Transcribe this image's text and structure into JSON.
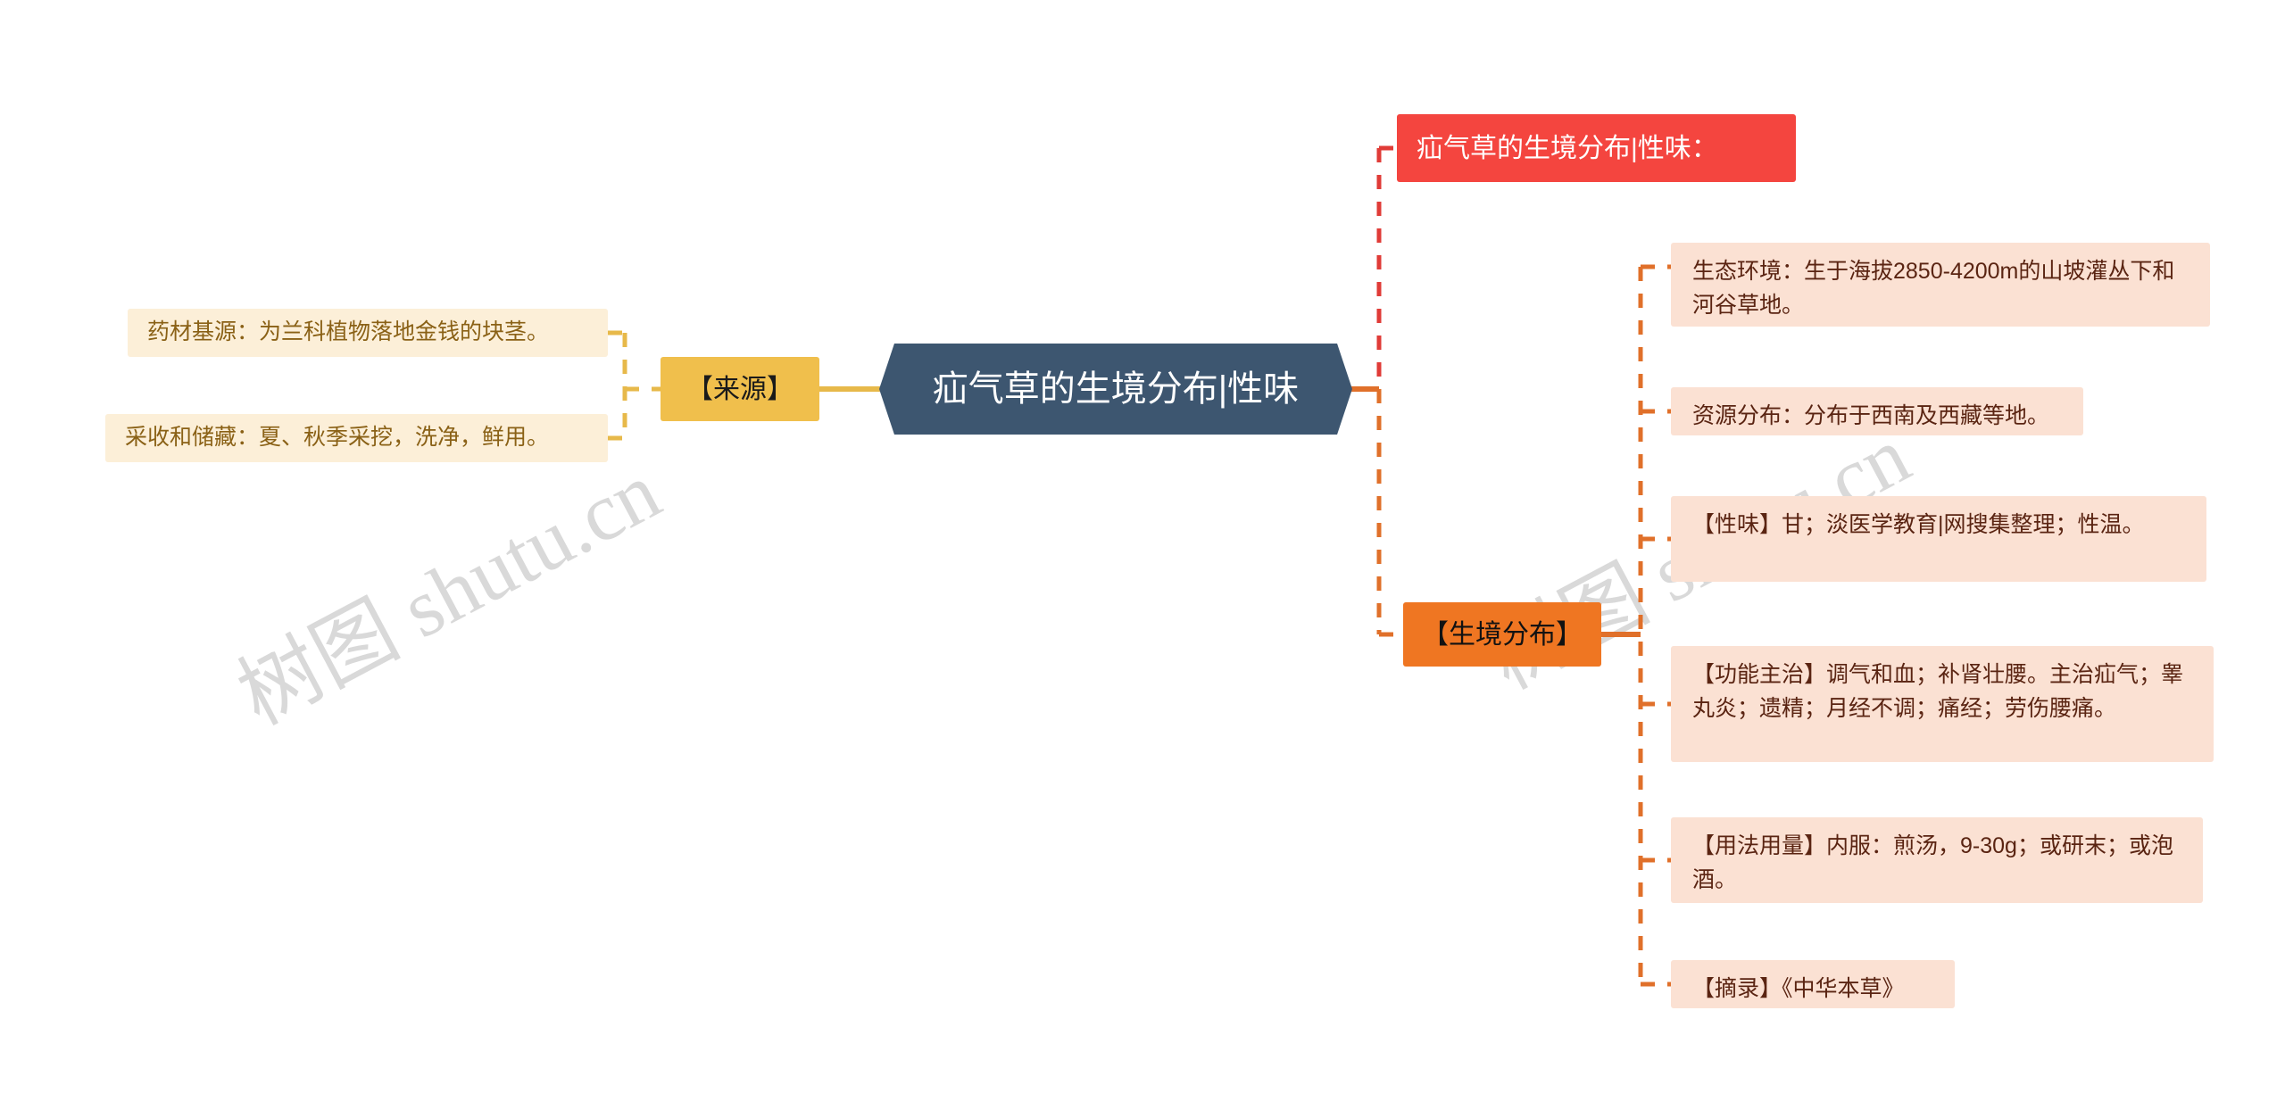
{
  "title": "疝气草的生境分布|性味",
  "colors": {
    "root_bg": "#3d5670",
    "root_text": "#ffffff",
    "source_bg": "#f0bf4c",
    "red_bg": "#f4453f",
    "orange_bg": "#ef7622",
    "cream_bg": "#fcefd8",
    "cream_text": "#8a6116",
    "peach_bg": "#fbe1d3",
    "peach_text": "#5a2412",
    "link_amber": "#e7b94a",
    "link_red": "#e03b37",
    "link_orange": "#e0702a",
    "watermark": "#d9d9d9",
    "background": "#ffffff"
  },
  "watermarks": {
    "left": "树图 shutu.cn",
    "right": "树图 shutu.cn"
  },
  "root": {
    "label": "疝气草的生境分布|性味"
  },
  "branches": {
    "source": {
      "label": "【来源】",
      "children": [
        {
          "label": "药材基源：为兰科植物落地金钱的块茎。"
        },
        {
          "label": "采收和储藏：夏、秋季采挖，洗净，鲜用。"
        }
      ]
    },
    "heading": {
      "label": "疝气草的生境分布|性味："
    },
    "habitat": {
      "label": "【生境分布】",
      "children": [
        {
          "label": "生态环境：生于海拔2850-4200m的山坡灌丛下和河谷草地。"
        },
        {
          "label": "资源分布：分布于西南及西藏等地。"
        },
        {
          "label": "【性味】甘；淡医学教育|网搜集整理；性温。"
        },
        {
          "label": "【功能主治】调气和血；补肾壮腰。主治疝气；睾丸炎；遗精；月经不调；痛经；劳伤腰痛。"
        },
        {
          "label": "【用法用量】内服：煎汤，9-30g；或研末；或泡酒。"
        },
        {
          "label": "【摘录】《中华本草》"
        }
      ]
    }
  }
}
